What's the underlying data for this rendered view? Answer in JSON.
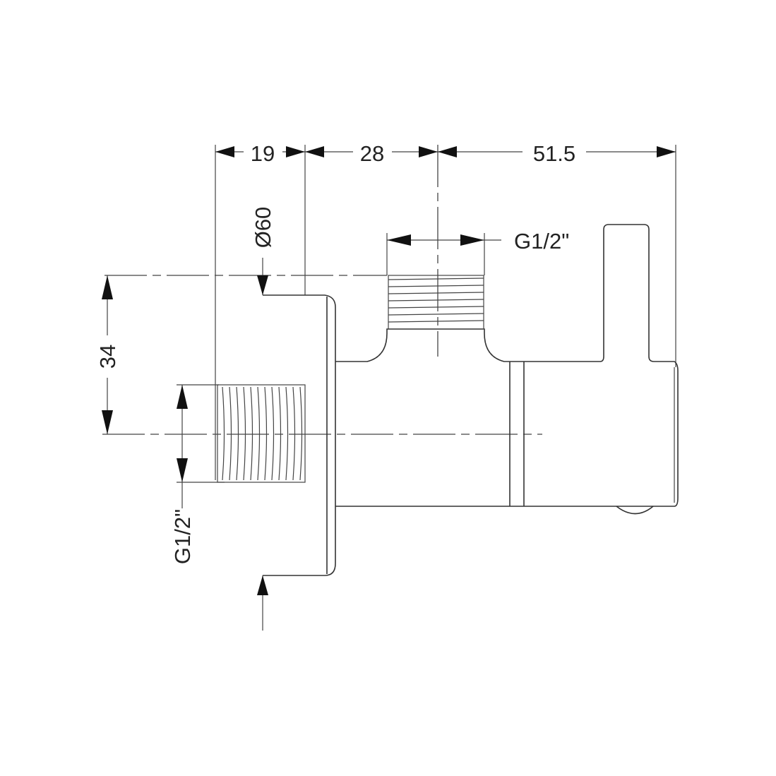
{
  "drawing": {
    "title": "Angle valve technical drawing",
    "dimensions": {
      "flange_depth": "19",
      "body_to_outlet": "28",
      "outlet_to_end": "51.5",
      "flange_diameter": "Ø60",
      "height": "34",
      "outlet_thread": "G1/2\"",
      "inlet_thread": "G1/2\""
    },
    "line_color": "#333333"
  }
}
